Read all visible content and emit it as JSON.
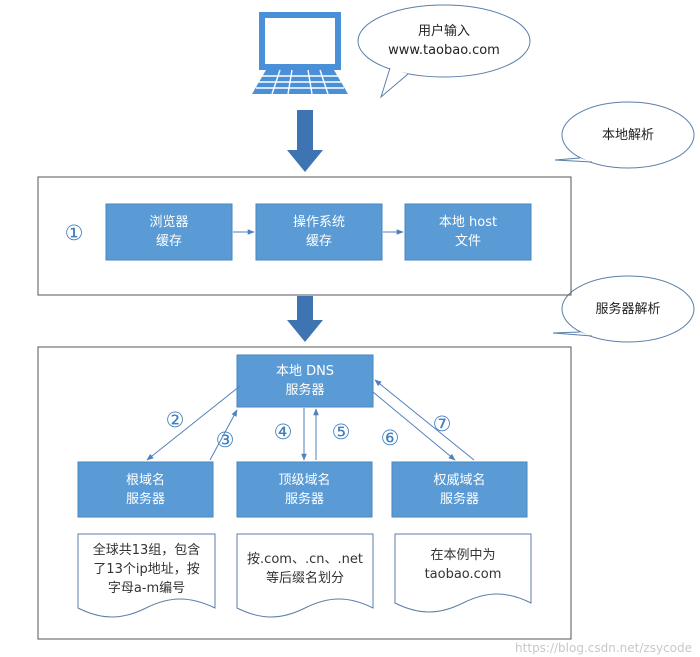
{
  "bubbles": {
    "user_input": [
      "用户输入",
      "www.taobao.com"
    ],
    "local_resolve": "本地解析",
    "server_resolve": "服务器解析"
  },
  "local_stage": {
    "step_marker": "①",
    "boxes": [
      {
        "lines": [
          "浏览器",
          "缓存"
        ]
      },
      {
        "lines": [
          "操作系统",
          "缓存"
        ]
      },
      {
        "lines": [
          "本地 host",
          "文件"
        ]
      }
    ]
  },
  "server_stage": {
    "local_dns": [
      "本地 DNS",
      "服务器"
    ],
    "root": [
      "根域名",
      "服务器"
    ],
    "tld": [
      "顶级域名",
      "服务器"
    ],
    "authoritative": [
      "权威域名",
      "服务器"
    ],
    "step_markers": [
      "②",
      "③",
      "④",
      "⑤",
      "⑥",
      "⑦"
    ],
    "notes": {
      "root": [
        "全球共13组，包含",
        "了13个ip地址，按",
        "字母a-m编号"
      ],
      "tld": [
        "按.com、.cn、.net",
        "等后缀名划分"
      ],
      "authoritative": [
        "在本例中为",
        "taobao.com"
      ]
    }
  },
  "watermark": "https://blog.csdn.net/zsycode",
  "colors": {
    "box_fill": "#5b9bd5",
    "box_stroke": "#4a86bd",
    "arrow": "#4f81bd",
    "big_arrow": "#3f74b3",
    "frame": "#555555",
    "monitor": "#4a90d9"
  },
  "icons": [
    "computer-icon"
  ]
}
